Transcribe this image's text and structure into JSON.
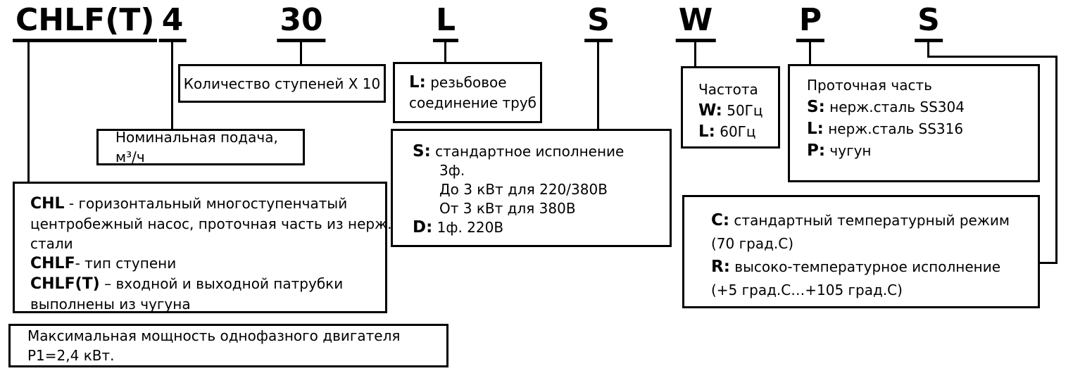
{
  "header": {
    "codes": [
      "CHLF(T)",
      "4",
      "30",
      "L",
      "S",
      "W",
      "P",
      "S"
    ]
  },
  "boxes": {
    "stages": {
      "text": "Количество ступеней X 10"
    },
    "flow": {
      "text": "Номинальная подача, м³/ч"
    },
    "pipe": {
      "lines": [
        {
          "b": "L:",
          "t": " резьбовое"
        },
        {
          "t": "соединение труб"
        }
      ]
    },
    "execution": {
      "lines": [
        {
          "b": "S:",
          "t": " стандартное исполнение"
        },
        {
          "t": "3ф.",
          "indent": true
        },
        {
          "t": "До 3 кВт для 220/380В",
          "indent": true
        },
        {
          "t": "От 3 кВт для 380В",
          "indent": true
        },
        {
          "b": "D:",
          "t": " 1ф. 220В"
        }
      ]
    },
    "frequency": {
      "lines": [
        {
          "t": "Частота"
        },
        {
          "b": "W:",
          "t": " 50Гц"
        },
        {
          "b": "L:",
          "t": " 60Гц"
        }
      ]
    },
    "wetted": {
      "lines": [
        {
          "t": "Проточная часть"
        },
        {
          "b": "S:",
          "t": " нерж.сталь SS304"
        },
        {
          "b": "L:",
          "t": " нерж.сталь SS316"
        },
        {
          "b": "P:",
          "t": " чугун"
        }
      ]
    },
    "series": {
      "lines": [
        {
          "b": "CHL",
          "t": " - горизонтальный многоступенчатый"
        },
        {
          "t": "центробежный насос, проточная часть из нерж."
        },
        {
          "t": "стали"
        },
        {
          "b": "CHLF",
          "t": "- тип ступени"
        },
        {
          "b": "CHLF(T)",
          "t": " – входной и выходной патрубки"
        },
        {
          "t": "выполнены из чугуна"
        }
      ]
    },
    "temperature": {
      "lines": [
        {
          "b": "C:",
          "t": " стандартный температурный режим"
        },
        {
          "t": "(70 град.C)"
        },
        {
          "b": "R:",
          "t": " высоко-температурное исполнение"
        },
        {
          "t": "(+5 град.С…+105 град.C)"
        }
      ]
    },
    "maxpower": {
      "text": "Максимальная мощность однофазного двигателя P1=2,4 кВт."
    }
  },
  "colors": {
    "ink": "#000000",
    "background": "#ffffff"
  }
}
